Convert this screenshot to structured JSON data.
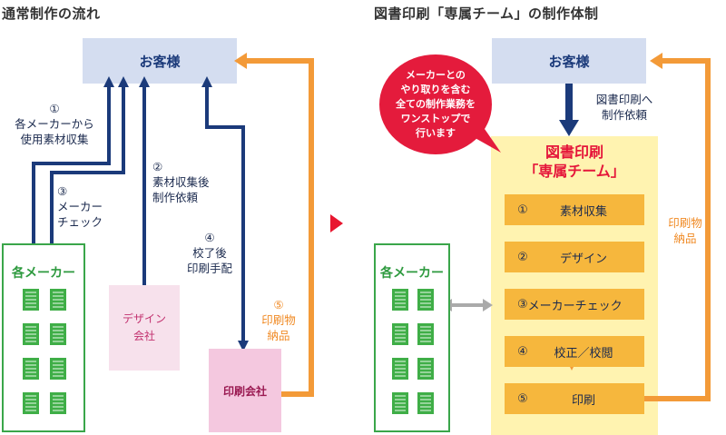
{
  "left": {
    "title": "通常制作の流れ",
    "client": "お客様",
    "makers": "各メーカー",
    "designer_l1": "デザイン",
    "designer_l2": "会社",
    "printer": "印刷会社",
    "step1_num": "①",
    "step1_l1": "各メーカーから",
    "step1_l2": "使用素材収集",
    "step3_num": "③",
    "step3_l1": "メーカー",
    "step3_l2": "チェック",
    "step2_num": "②",
    "step2_l1": "素材収集後",
    "step2_l2": "制作依頼",
    "step4_num": "④",
    "step4_l1": "校了後",
    "step4_l2": "印刷手配",
    "step5_num": "⑤",
    "step5_l1": "印刷物",
    "step5_l2": "納品"
  },
  "right": {
    "title": "図書印刷「専属チーム」の制作体制",
    "client": "お客様",
    "request_l1": "図書印刷へ",
    "request_l2": "制作依頼",
    "bubble_l1": "メーカーとの",
    "bubble_l2": "やり取りを含む",
    "bubble_l3": "全ての制作業務を",
    "bubble_l4": "ワンストップで",
    "bubble_l5": "行います",
    "team_l1": "図書印刷",
    "team_l2": "「専属チーム」",
    "makers": "各メーカー",
    "delivery_l1": "印刷物",
    "delivery_l2": "納品",
    "steps": [
      {
        "num": "①",
        "label": "素材収集"
      },
      {
        "num": "②",
        "label": "デザイン"
      },
      {
        "num": "③",
        "label": "メーカーチェック"
      },
      {
        "num": "④",
        "label": "校正／校閲"
      },
      {
        "num": "⑤",
        "label": "印刷"
      }
    ]
  },
  "colors": {
    "navy": "#1b3a7a",
    "orange": "#f39a38",
    "green": "#3aa64a",
    "red": "#e41b3c",
    "yellow": "#fff3b0",
    "step": "#f6b73d",
    "client_bg": "#d4ddf0",
    "pink": "#f7e1ec"
  }
}
